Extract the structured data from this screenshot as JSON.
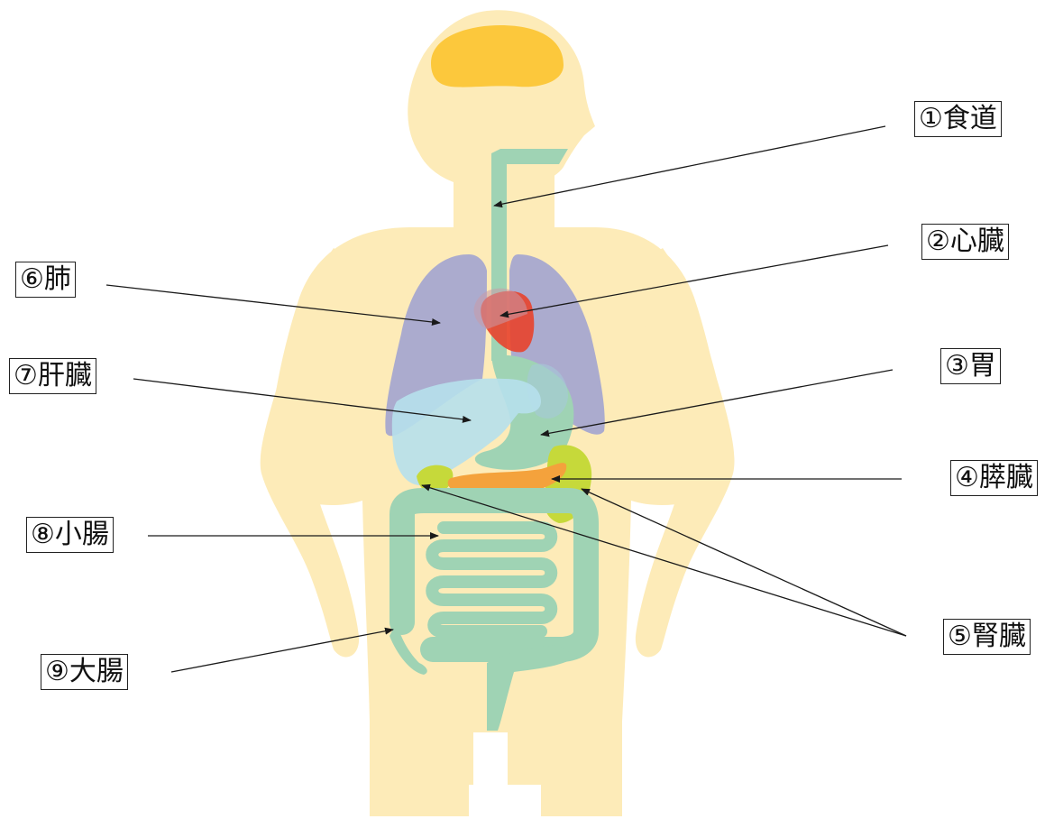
{
  "labels": {
    "esophagus": "①食道",
    "heart": "②心臓",
    "stomach": "③胃",
    "pancreas": "④膵臓",
    "kidney": "⑤腎臓",
    "lung": "⑥肺",
    "liver": "⑦肝臓",
    "small_intestine": "⑧小腸",
    "large_intestine": "⑨大腸"
  },
  "colors": {
    "body": "#fdebb8",
    "brain": "#fcc83c",
    "digestive_tract": "#9fd3b4",
    "lungs": "#a7a8cf",
    "heart": "#e8432c",
    "liver": "#b6e0ec",
    "pancreas": "#f4a23c",
    "kidneys": "#c6d93a",
    "leader_lines": "#1a1a1a"
  }
}
